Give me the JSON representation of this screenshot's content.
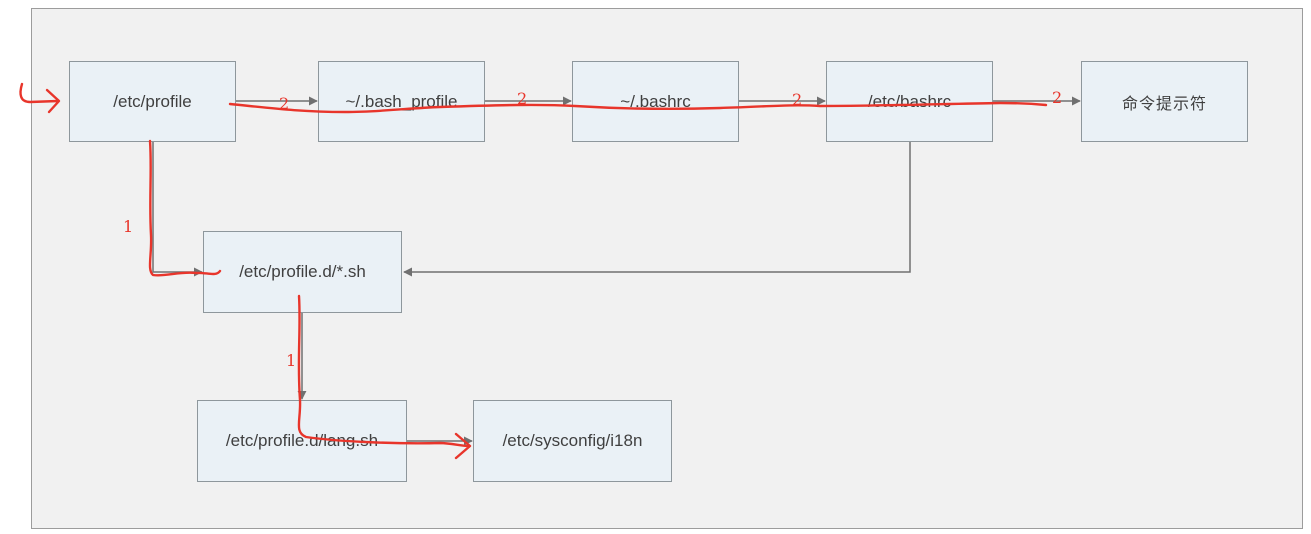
{
  "nodes": {
    "etc_profile": "/etc/profile",
    "bash_profile": "~/.bash_profile",
    "bashrc_home": "~/.bashrc",
    "etc_bashrc": "/etc/bashrc",
    "prompt": "命令提示符",
    "profile_d": "/etc/profile.d/*.sh",
    "lang_sh": "/etc/profile.d/lang.sh",
    "i18n": "/etc/sysconfig/i18n"
  },
  "annotations": {
    "path2_label": "2",
    "path1_label": "1"
  },
  "colors": {
    "annotation": "#e8352b",
    "node_fill": "#eaf1f6",
    "node_border": "#8e979c",
    "arrow": "#707070",
    "canvas": "#f1f1f1"
  }
}
